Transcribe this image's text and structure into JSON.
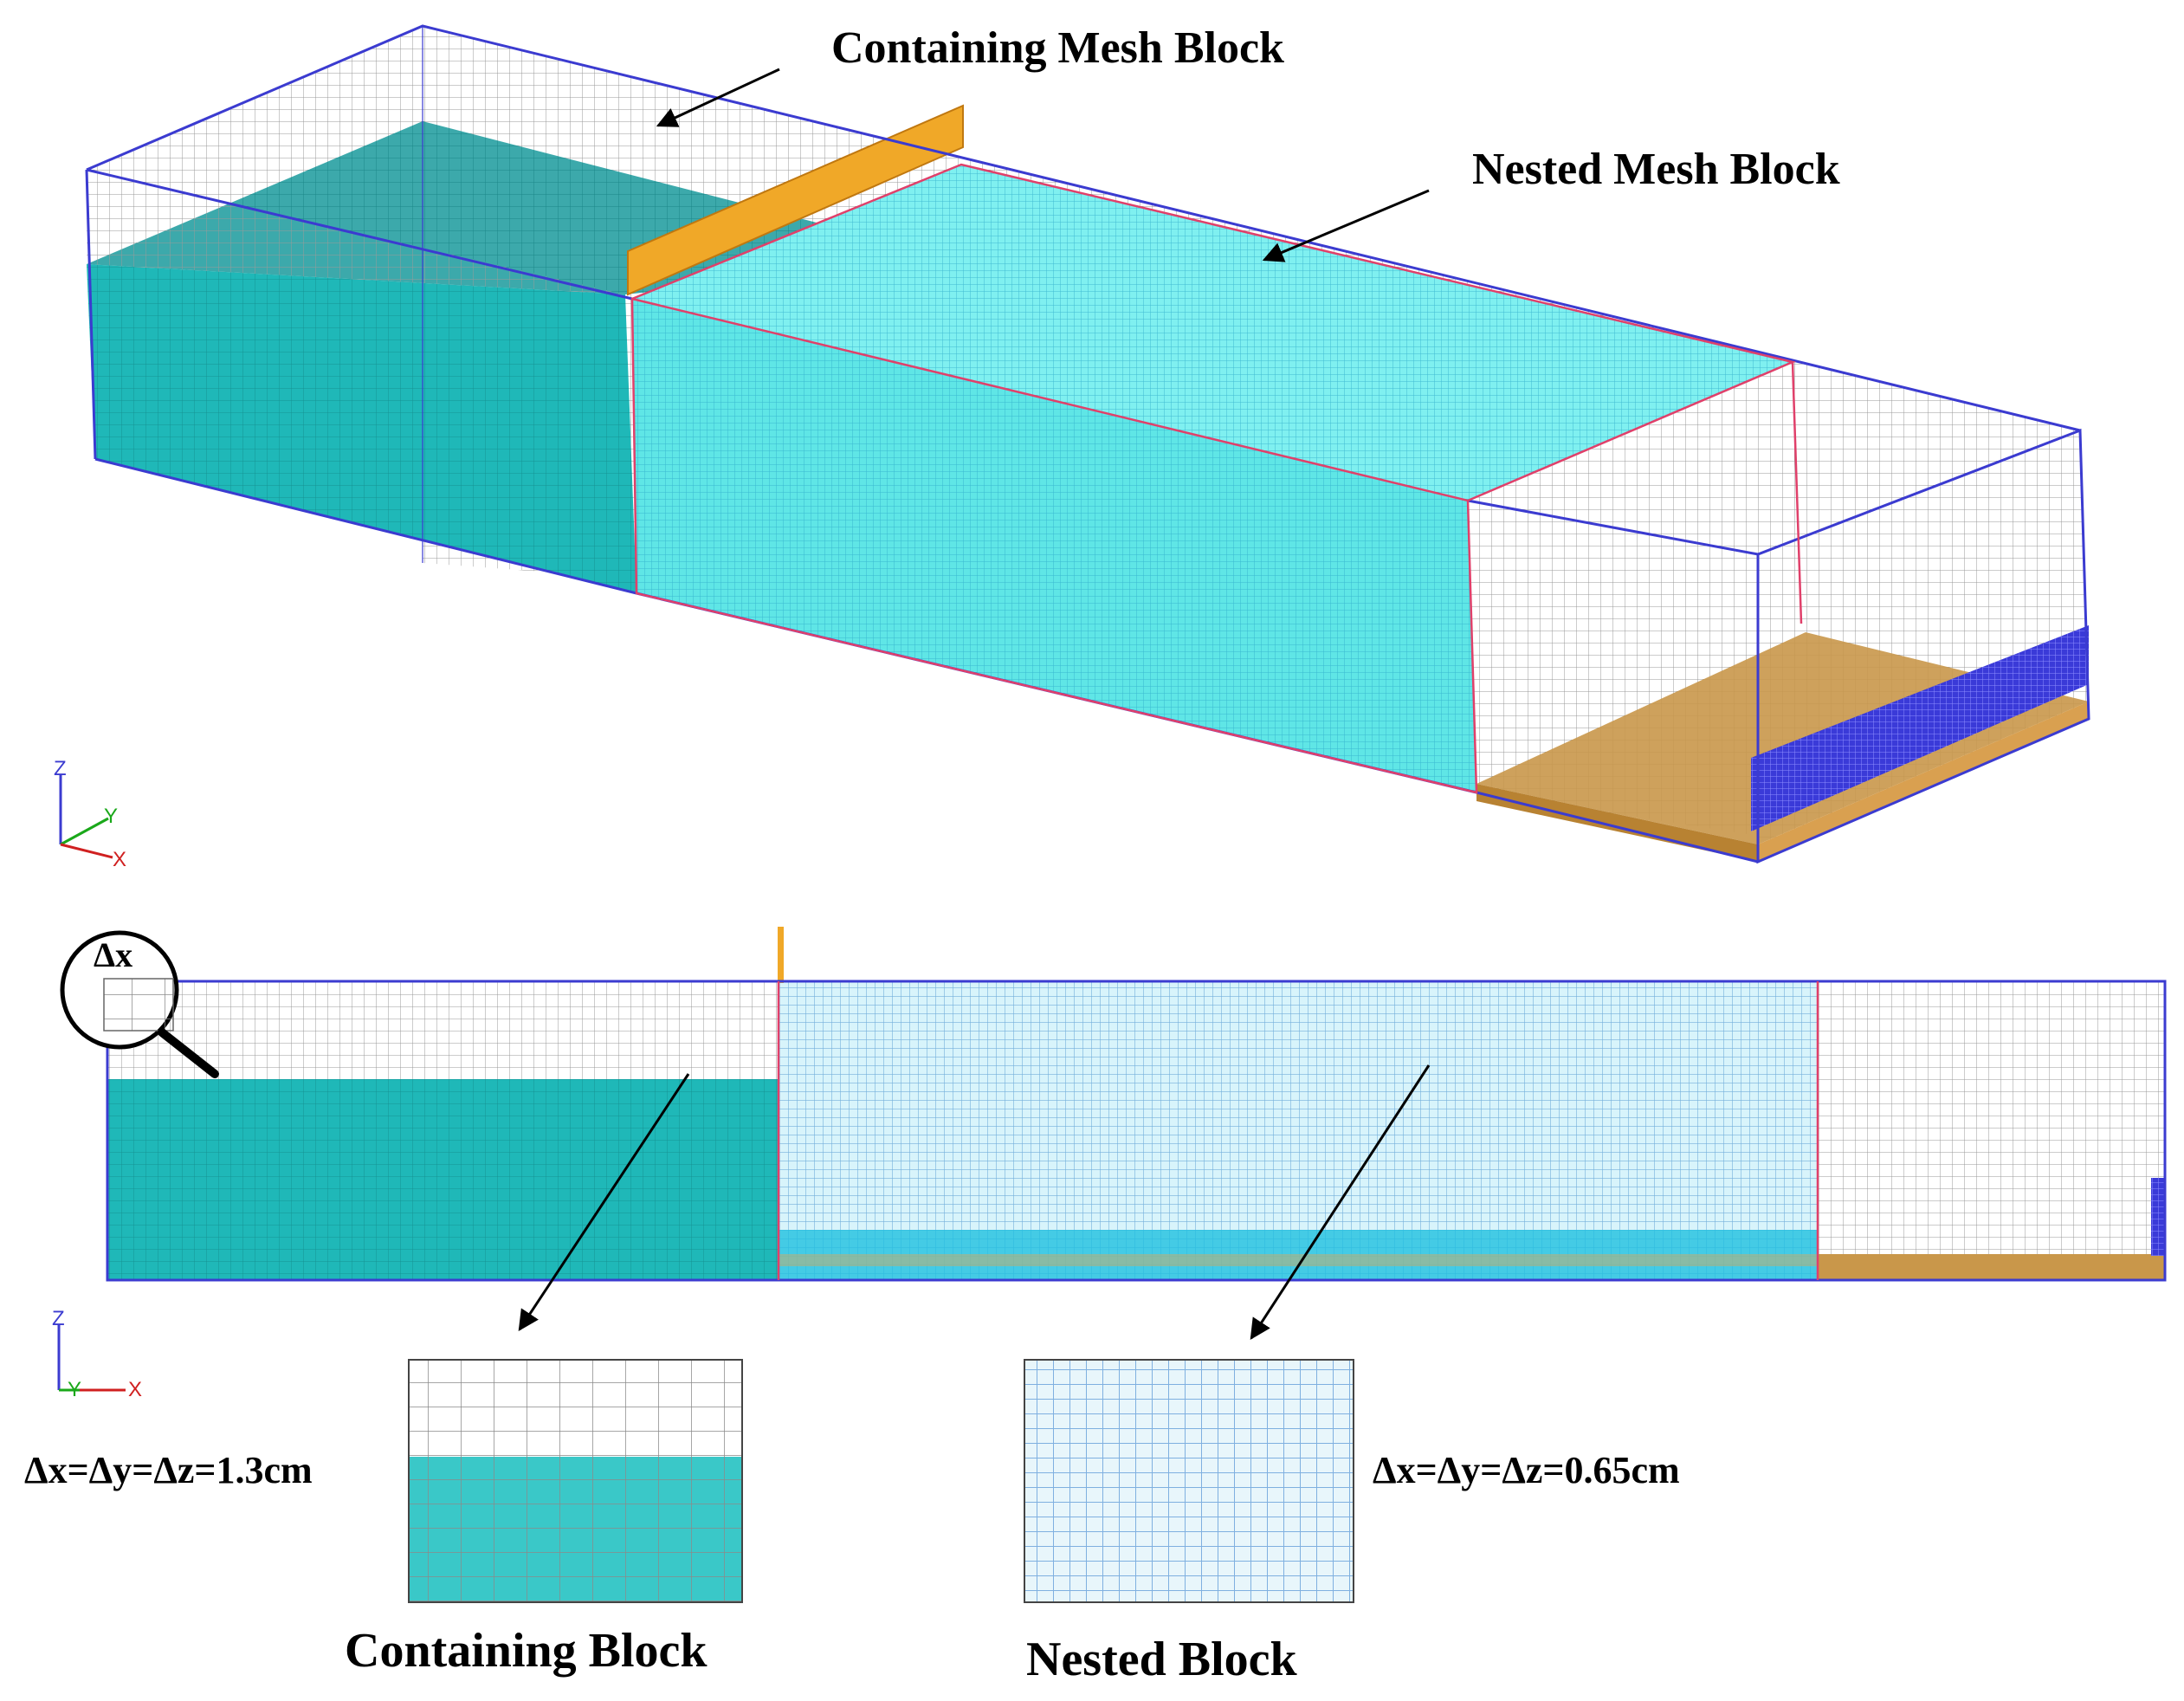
{
  "labels": {
    "containing_mesh_block": "Containing Mesh Block",
    "nested_mesh_block": "Nested Mesh Block",
    "containing_block": "Containing  Block",
    "nested_block": "Nested Block",
    "containing_spacing": "Δx=Δy=Δz=1.3cm",
    "nested_spacing": "Δx=Δy=Δz=0.65cm",
    "magnifier_label": "Δx"
  },
  "axes": {
    "top": {
      "z": "Z",
      "y": "Y",
      "x": "X"
    },
    "bottom": {
      "z": "Z",
      "y": "Y",
      "x": "X"
    }
  },
  "colors": {
    "water": "#1fb8b8",
    "water_dark": "#1a9a9c",
    "nested": "#7ff0f0",
    "nested_side": "#5fe6e6",
    "gate": "#f0a828",
    "bed": "#c9974a",
    "porous": "#3a3ad8",
    "outline_blue": "#3b3bd0",
    "outline_red": "#e0406a",
    "grid": "#9a9a9a"
  },
  "icons": [
    "magnifier-icon",
    "arrow-icon"
  ]
}
